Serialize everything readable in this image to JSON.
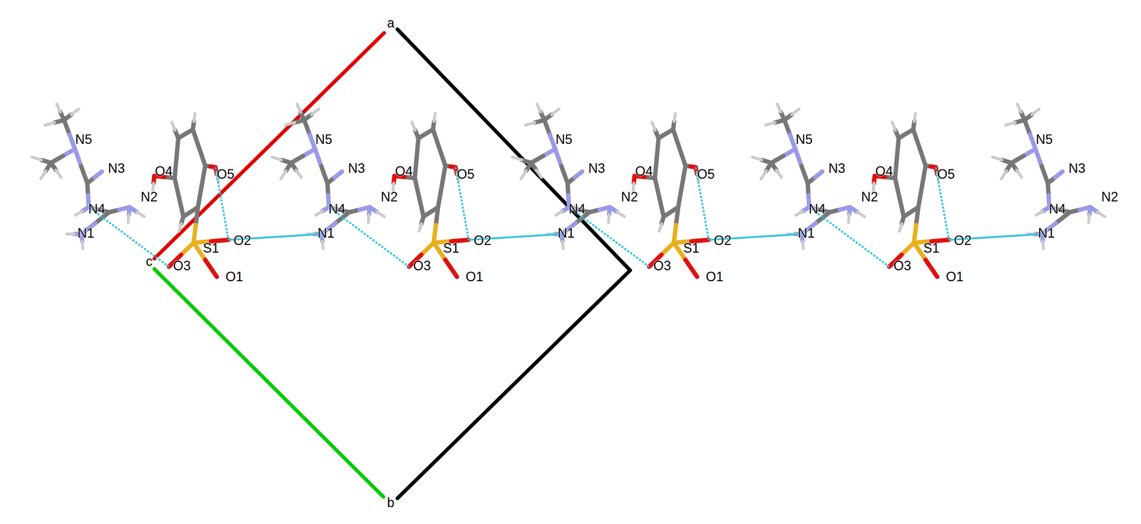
{
  "diagram": {
    "labels": [
      "N5",
      "N3",
      "N2",
      "N4",
      "N1",
      "O4",
      "O5",
      "S1",
      "O2",
      "O3",
      "O1",
      "N5",
      "N3",
      "N2",
      "N4",
      "N1",
      "O4",
      "O5",
      "S1",
      "O2",
      "O3",
      "O1",
      "N5",
      "N3",
      "N2",
      "N4",
      "N1",
      "O4",
      "O5",
      "S1",
      "O2",
      "O3",
      "O1",
      "N5",
      "N3",
      "N2",
      "N4",
      "N1",
      "O4",
      "O5",
      "S1",
      "O2",
      "O3",
      "O1",
      "N5",
      "N3",
      "N2",
      "N4",
      "N1",
      "a",
      "c",
      "b"
    ]
  }
}
